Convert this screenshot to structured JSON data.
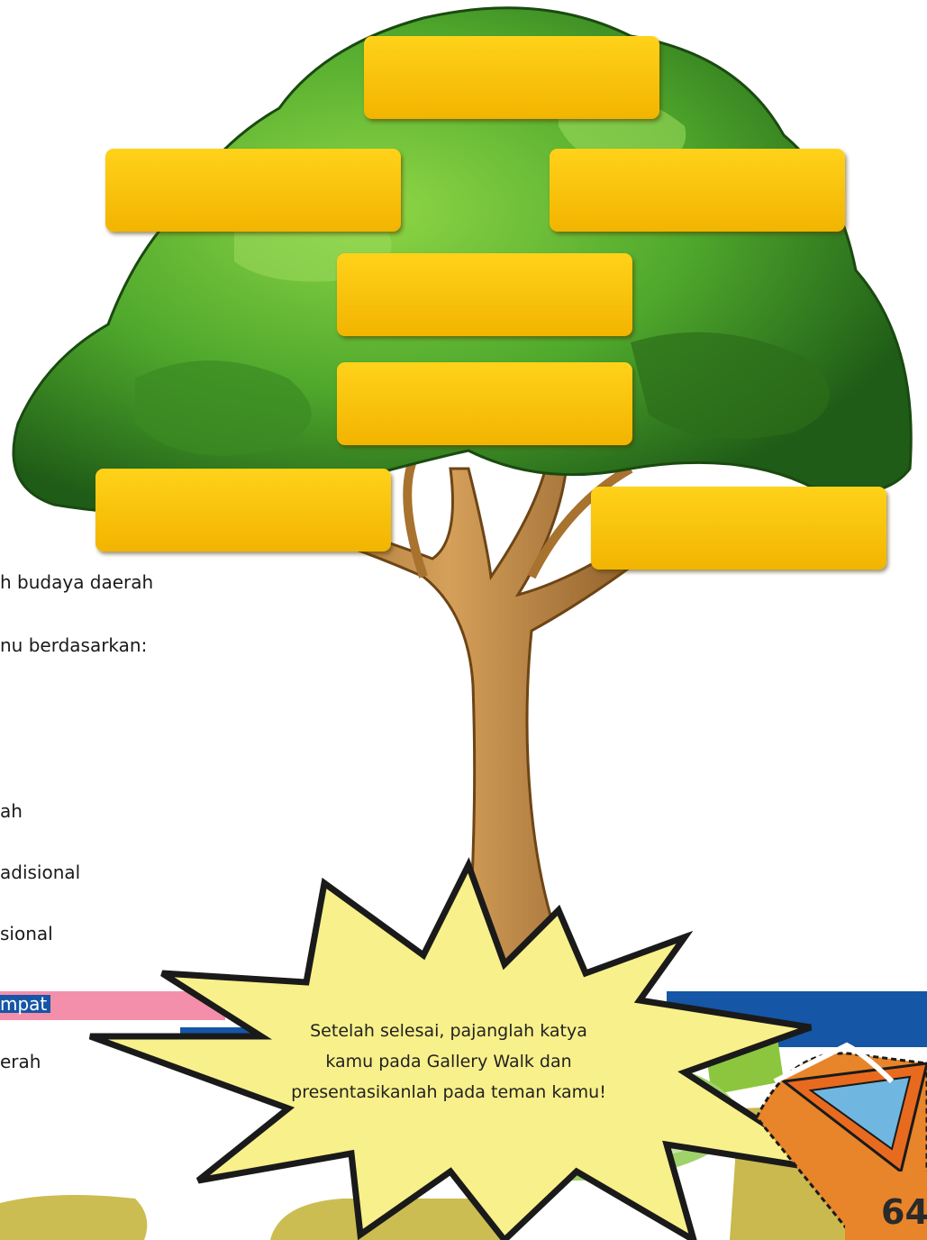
{
  "left_text_fragments": {
    "line_1": "h budaya daerah",
    "line_2": "nu berdasarkan:",
    "line_3": "ah",
    "line_4": "adisional",
    "line_5": "sional",
    "line_6": "mpat",
    "line_7": "erah"
  },
  "tree_labels": [
    "",
    "",
    "",
    "",
    "",
    "",
    ""
  ],
  "callout": {
    "text": "Setelah selesai, pajanglah katya kamu pada Gallery Walk dan presentasikanlah pada teman kamu!"
  },
  "page_number": "64",
  "colors": {
    "leaf_dark": "#2e7d1e",
    "leaf_light": "#7cc63a",
    "trunk": "#b07a35",
    "label_box": "#f7c20a",
    "burst": "#f8f08a",
    "blue_bar": "#1556a6",
    "pink_bar": "#f48fab",
    "orange_tab": "#e8842a"
  }
}
